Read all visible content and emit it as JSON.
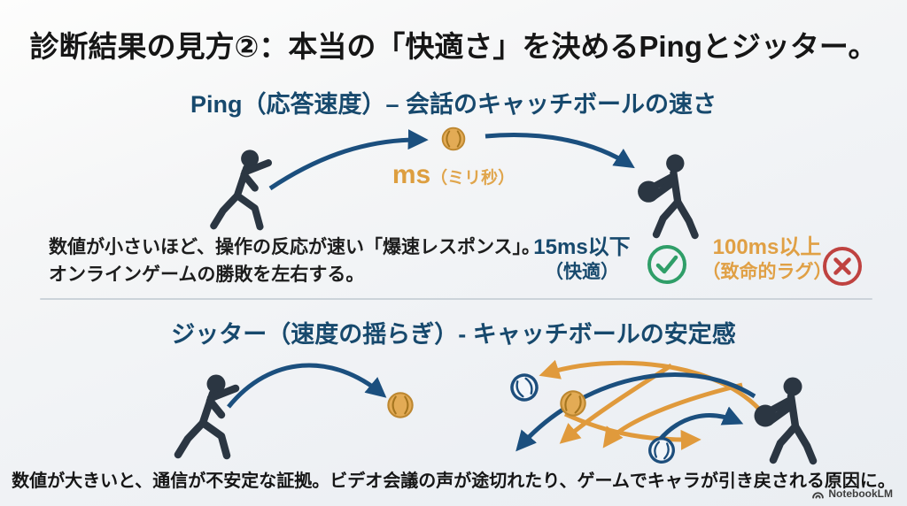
{
  "title": "診断結果の見方②：本当の「快適さ」を決めるPingとジッター。",
  "ping": {
    "heading": "Ping（応答速度）– 会話のキャッチボールの速さ",
    "unit": "ms",
    "unit_note": "（ミリ秒）",
    "desc_line1": "数値が小さいほど、操作の反応が速い「爆速レスポンス」。",
    "desc_line2": "オンラインゲームの勝敗を左右する。",
    "good_value": "15ms以下",
    "good_note": "（快適）",
    "bad_value": "100ms以上",
    "bad_note": "（致命的ラグ）"
  },
  "jitter": {
    "heading": "ジッター（速度の揺らぎ）- キャッチボールの安定感",
    "desc": "数値が大きいと、通信が不安定な証拠。ビデオ会議の声が途切れたり、ゲームでキャラが引き戻される原因に。"
  },
  "watermark": "NotebookLM",
  "colors": {
    "heading_blue": "#17496d",
    "arrow_blue": "#1b4f7e",
    "accent_orange": "#e0a045",
    "good_green": "#2f9e68",
    "bad_red": "#bf4240",
    "figure_dark": "#2b3642"
  }
}
